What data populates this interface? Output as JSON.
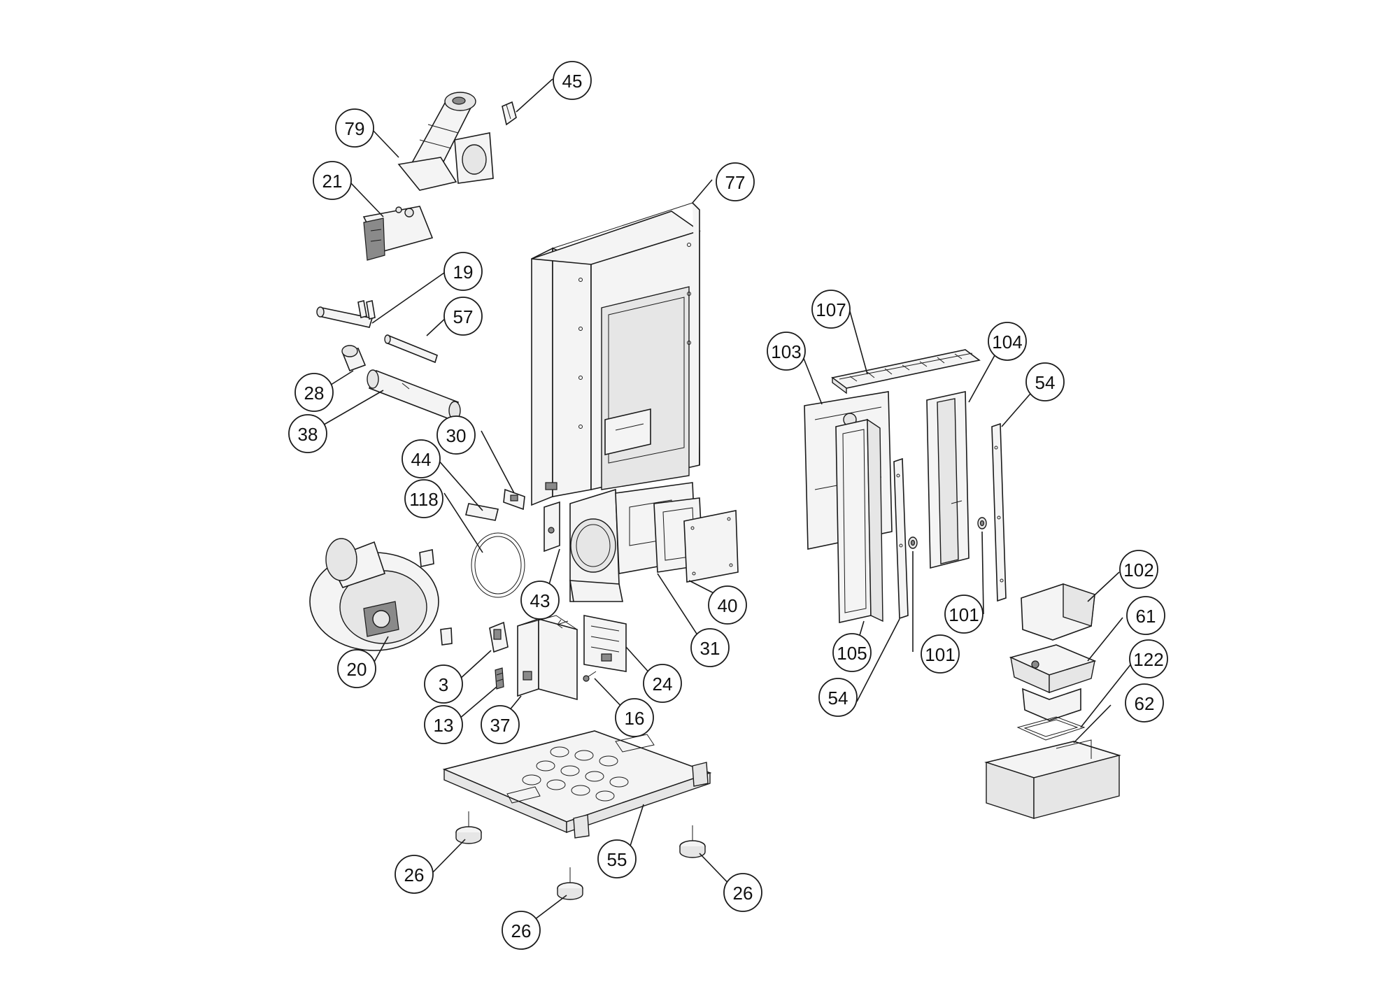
{
  "callouts": [
    {
      "id": "c45",
      "label": "45"
    },
    {
      "id": "c79",
      "label": "79"
    },
    {
      "id": "c21",
      "label": "21"
    },
    {
      "id": "c77",
      "label": "77"
    },
    {
      "id": "c19",
      "label": "19"
    },
    {
      "id": "c57",
      "label": "57"
    },
    {
      "id": "c28",
      "label": "28"
    },
    {
      "id": "c38",
      "label": "38"
    },
    {
      "id": "c30",
      "label": "30"
    },
    {
      "id": "c44",
      "label": "44"
    },
    {
      "id": "c118",
      "label": "118"
    },
    {
      "id": "c43",
      "label": "43"
    },
    {
      "id": "c40",
      "label": "40"
    },
    {
      "id": "c31",
      "label": "31"
    },
    {
      "id": "c20",
      "label": "20"
    },
    {
      "id": "c3",
      "label": "3"
    },
    {
      "id": "c13",
      "label": "13"
    },
    {
      "id": "c37",
      "label": "37"
    },
    {
      "id": "c16",
      "label": "16"
    },
    {
      "id": "c24",
      "label": "24"
    },
    {
      "id": "c55",
      "label": "55"
    },
    {
      "id": "c26a",
      "label": "26"
    },
    {
      "id": "c26b",
      "label": "26"
    },
    {
      "id": "c26c",
      "label": "26"
    },
    {
      "id": "c107",
      "label": "107"
    },
    {
      "id": "c103",
      "label": "103"
    },
    {
      "id": "c104",
      "label": "104"
    },
    {
      "id": "c54a",
      "label": "54"
    },
    {
      "id": "c101a",
      "label": "101"
    },
    {
      "id": "c105",
      "label": "105"
    },
    {
      "id": "c101b",
      "label": "101"
    },
    {
      "id": "c54b",
      "label": "54"
    },
    {
      "id": "c102",
      "label": "102"
    },
    {
      "id": "c61",
      "label": "61"
    },
    {
      "id": "c122",
      "label": "122"
    },
    {
      "id": "c62",
      "label": "62"
    }
  ]
}
